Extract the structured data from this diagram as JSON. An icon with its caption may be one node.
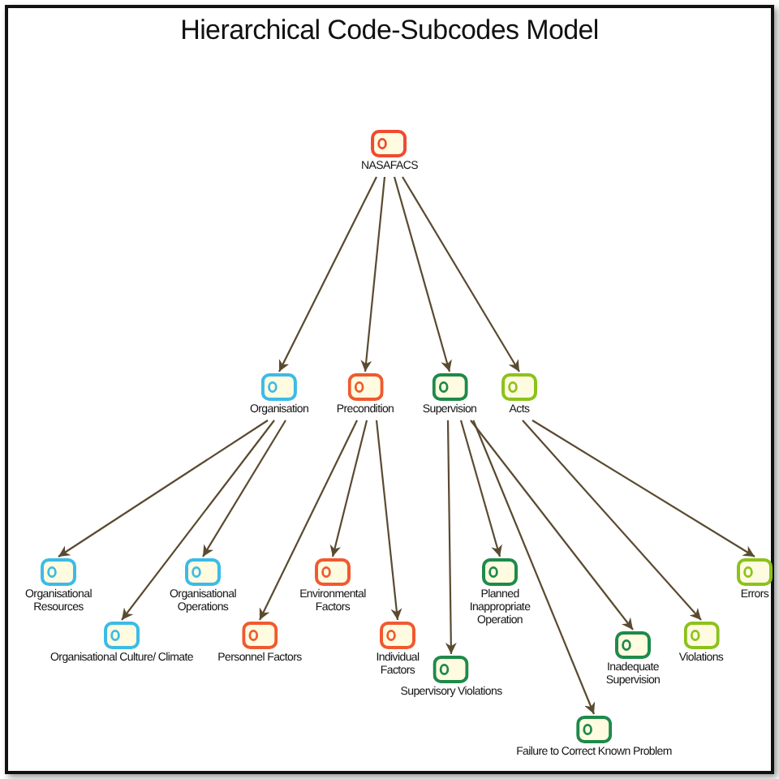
{
  "diagram": {
    "title": "Hierarchical Code-Subcodes Model",
    "nodes": [
      {
        "text": [
          "NASAFACS"
        ]
      },
      {
        "text": [
          "Organisation"
        ]
      },
      {
        "text": [
          "Precondition"
        ]
      },
      {
        "text": [
          "Supervision"
        ]
      },
      {
        "text": [
          "Acts"
        ]
      },
      {
        "text": [
          "Organisational Resources"
        ]
      },
      {
        "text": [
          "Organisational Culture/ Climate"
        ]
      },
      {
        "text": [
          "Organisational Operations"
        ]
      },
      {
        "text": [
          "Personnel Factors"
        ]
      },
      {
        "text": [
          "Environmental Factors"
        ]
      },
      {
        "text": [
          "Individual Factors"
        ]
      },
      {
        "text": [
          "Planned Inappropriate Operation"
        ]
      },
      {
        "text": [
          "Supervisory Violations"
        ]
      },
      {
        "text": [
          "Inadequate Supervision"
        ]
      },
      {
        "text": [
          "Failure to Correct Known Problem"
        ]
      },
      {
        "text": [
          "Violations"
        ]
      },
      {
        "text": [
          "Errors"
        ]
      }
    ],
    "edges": [
      {
        "from": 0,
        "to": 1,
        "arrow": "to"
      },
      {
        "from": 0,
        "to": 2,
        "arrow": "to"
      },
      {
        "from": 0,
        "to": 3,
        "arrow": "to"
      },
      {
        "from": 0,
        "to": 4,
        "arrow": "to"
      },
      {
        "from": 1,
        "to": 5,
        "arrow": "to"
      },
      {
        "from": 1,
        "to": 6,
        "arrow": "to"
      },
      {
        "from": 1,
        "to": 7,
        "arrow": "to"
      },
      {
        "from": 2,
        "to": 8,
        "arrow": "to"
      },
      {
        "from": 2,
        "to": 9,
        "arrow": "to"
      },
      {
        "from": 2,
        "to": 10,
        "arrow": "to"
      },
      {
        "from": 3,
        "to": 11,
        "arrow": "to"
      },
      {
        "from": 3,
        "to": 12,
        "arrow": "to"
      },
      {
        "from": 3,
        "to": 13,
        "arrow": "to"
      },
      {
        "from": 3,
        "to": 14,
        "arrow": "to"
      },
      {
        "from": 4,
        "to": 15,
        "arrow": "to"
      },
      {
        "from": 4,
        "to": 16,
        "arrow": "to"
      }
    ]
  }
}
